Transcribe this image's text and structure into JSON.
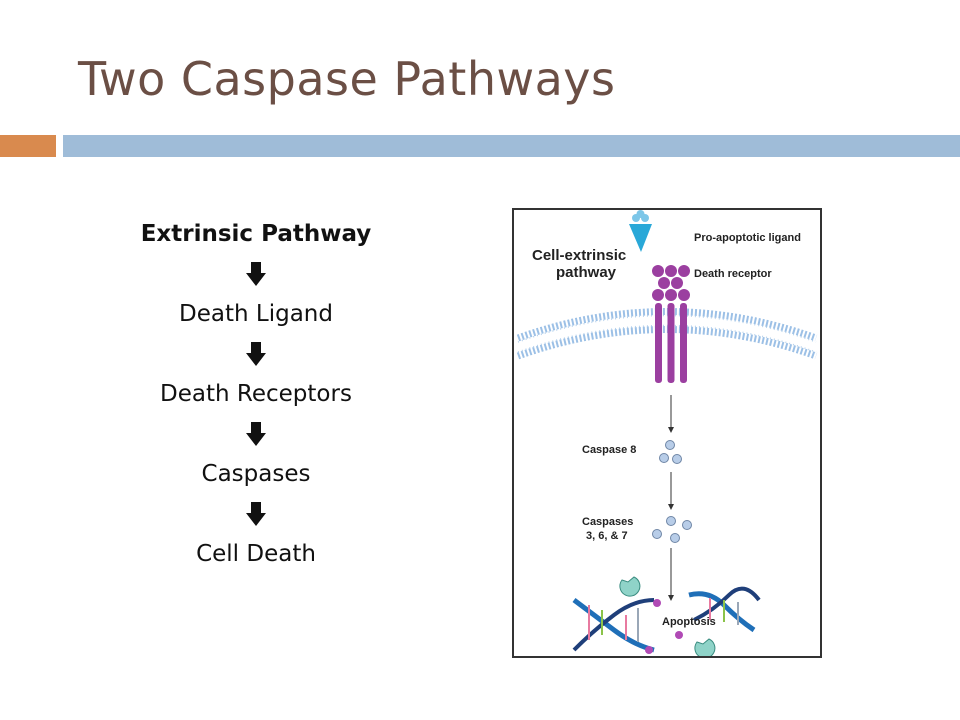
{
  "slide": {
    "title": "Two Caspase Pathways"
  },
  "pathway_list": {
    "heading": "Extrinsic Pathway",
    "steps": [
      "Death Ligand",
      "Death Receptors",
      "Caspases",
      "Cell Death"
    ],
    "arrow_icon": "down-arrow-icon"
  },
  "figure": {
    "pathway_title_line1": "Cell-extrinsic",
    "pathway_title_line2": "pathway",
    "ligand_label": "Pro-apoptotic ligand",
    "receptor_label": "Death receptor",
    "caspase8_label": "Caspase 8",
    "caspases_line1": "Caspases",
    "caspases_line2": "3, 6, & 7",
    "apoptosis_label": "Apoptosis"
  },
  "colors": {
    "title": "#6b4f45",
    "accent_orange": "#d98a4e",
    "accent_blue": "#9fbcd8",
    "receptor": "#9b3fa0",
    "ligand": "#29a8d8",
    "membrane": "#9cc0e6",
    "caspase": "#b8cde8"
  }
}
